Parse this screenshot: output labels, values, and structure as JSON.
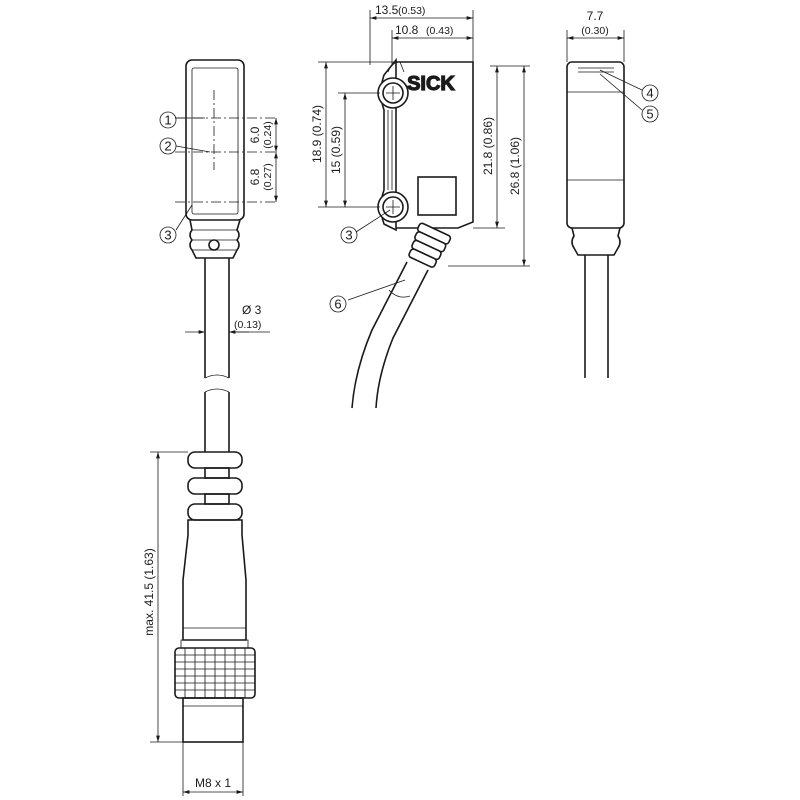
{
  "logo": "SICK",
  "dimensions": {
    "width_13_5": {
      "value": "13.5",
      "inch": "(0.53)"
    },
    "width_10_8": {
      "value": "10.8",
      "inch": "(0.43)"
    },
    "width_7_7": {
      "value": "7.7",
      "inch": "(0.30)"
    },
    "height_18_9": "18.9 (0.74)",
    "height_15": "15 (0.59)",
    "height_21_8": "21.8 (0.86)",
    "height_26_8": "26.8 (1.06)",
    "offset_6_0": {
      "value": "6.0",
      "inch": "(0.24)"
    },
    "offset_6_8": {
      "value": "6.8",
      "inch": "(0.27)"
    },
    "cable_diameter": {
      "value": "Ø 3",
      "inch": "(0.13)"
    },
    "connector_length": "max. 41.5 (1.63)",
    "thread": "M8 x 1"
  },
  "callouts": [
    "1",
    "2",
    "3",
    "4",
    "5",
    "6"
  ]
}
